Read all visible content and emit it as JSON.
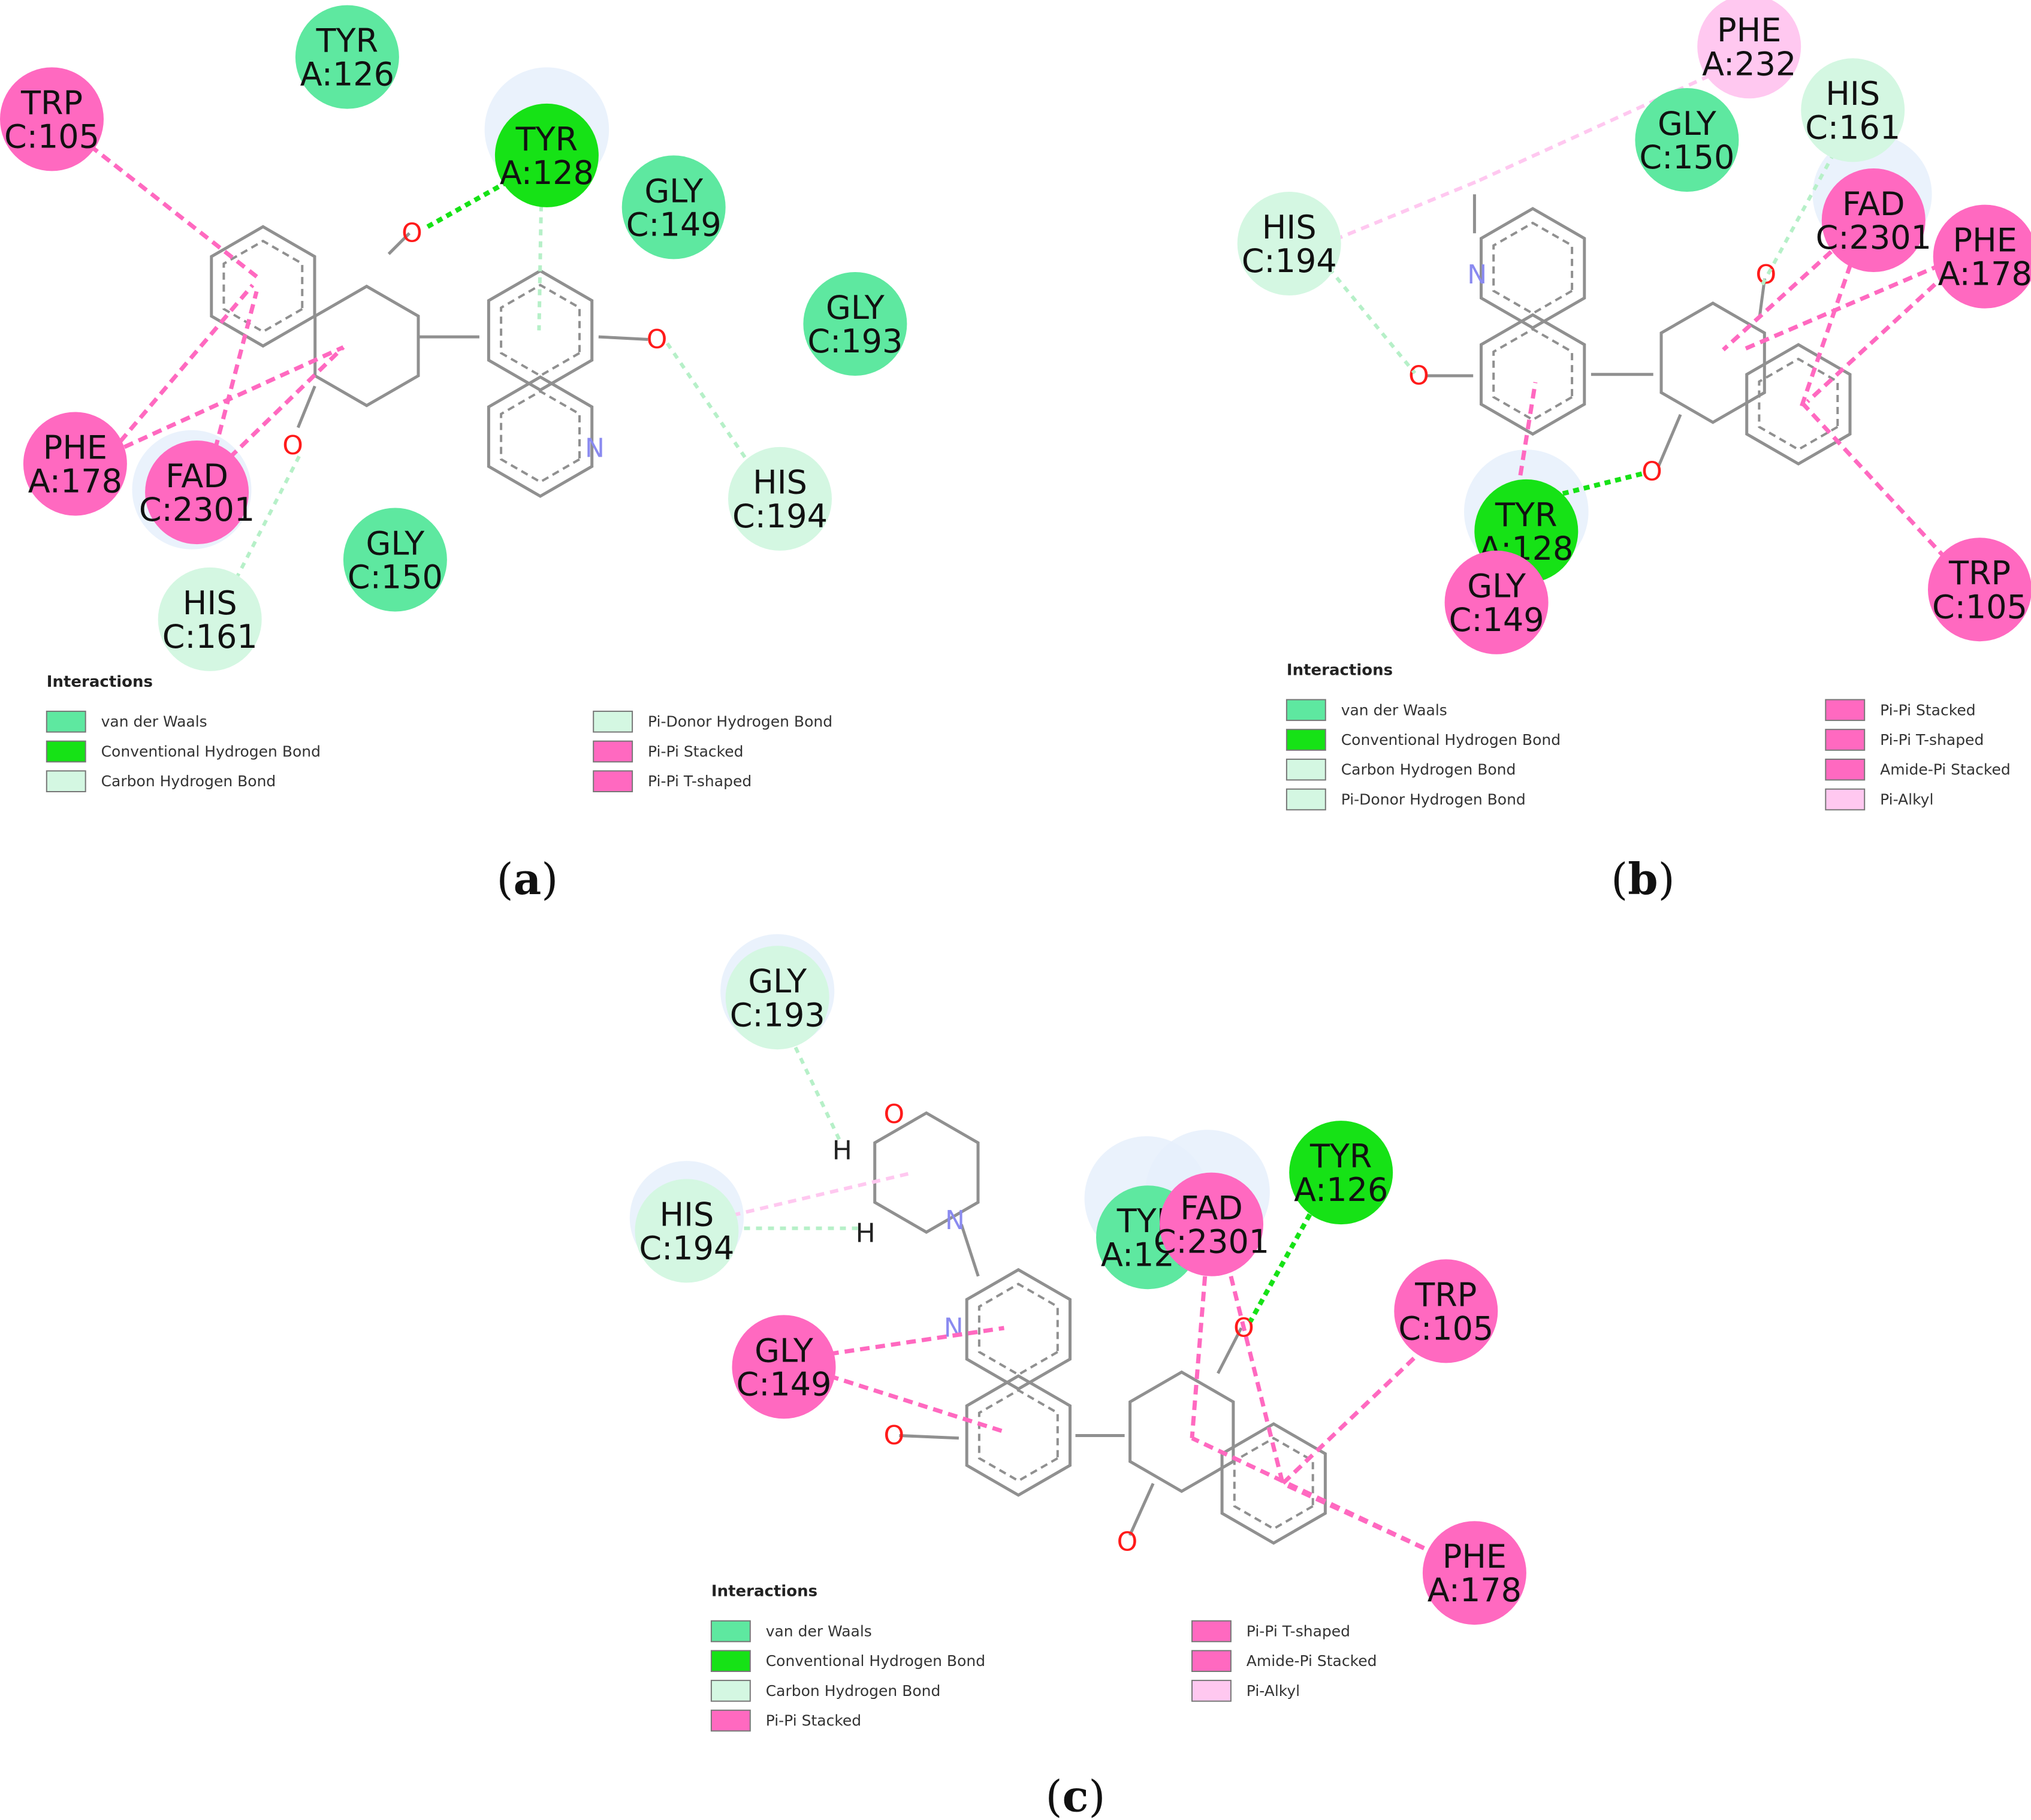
{
  "colors": {
    "vdw": "#5ee8a0",
    "conventional_hbond": "#16e216",
    "carbon_hbond": "#d4f7e2",
    "pi_donor_hbond": "#d4f7e2",
    "pi_pi_stacked": "#ff69c0",
    "pi_pi_tshaped": "#ff69c0",
    "amide_pi_stacked": "#ff69c0",
    "pi_alkyl": "#ffc8f0",
    "bond_line": "#909090",
    "oxygen": "#ff1a1a",
    "nitrogen": "#8a8af0"
  },
  "panels": [
    {
      "label_open": "(",
      "label_letter": "a",
      "label_close": ")",
      "residues": [
        {
          "name": "TYR",
          "id": "A:126",
          "type": "vdw"
        },
        {
          "name": "TRP",
          "id": "C:105",
          "type": "pi_pi_stacked"
        },
        {
          "name": "TYR",
          "id": "A:128",
          "type": "conventional_hbond"
        },
        {
          "name": "GLY",
          "id": "C:149",
          "type": "vdw"
        },
        {
          "name": "GLY",
          "id": "C:193",
          "type": "vdw"
        },
        {
          "name": "PHE",
          "id": "A:178",
          "type": "pi_pi_stacked"
        },
        {
          "name": "FAD",
          "id": "C:2301",
          "type": "pi_pi_stacked"
        },
        {
          "name": "HIS",
          "id": "C:194",
          "type": "carbon_hbond"
        },
        {
          "name": "GLY",
          "id": "C:150",
          "type": "vdw"
        },
        {
          "name": "HIS",
          "id": "C:161",
          "type": "carbon_hbond"
        }
      ],
      "atoms": [
        "O",
        "O",
        "O",
        "N"
      ],
      "legend": {
        "title": "Interactions",
        "items": [
          {
            "label": "van der Waals",
            "color": "vdw"
          },
          {
            "label": "Conventional Hydrogen Bond",
            "color": "conventional_hbond"
          },
          {
            "label": "Carbon Hydrogen Bond",
            "color": "carbon_hbond"
          },
          {
            "label": "Pi-Donor Hydrogen Bond",
            "color": "pi_donor_hbond"
          },
          {
            "label": "Pi-Pi Stacked",
            "color": "pi_pi_stacked"
          },
          {
            "label": "Pi-Pi T-shaped",
            "color": "pi_pi_tshaped"
          }
        ]
      }
    },
    {
      "label_open": "(",
      "label_letter": "b",
      "label_close": ")",
      "residues": [
        {
          "name": "PHE",
          "id": "A:232",
          "type": "pi_alkyl"
        },
        {
          "name": "GLY",
          "id": "C:150",
          "type": "vdw"
        },
        {
          "name": "HIS",
          "id": "C:161",
          "type": "carbon_hbond"
        },
        {
          "name": "HIS",
          "id": "C:194",
          "type": "carbon_hbond"
        },
        {
          "name": "FAD",
          "id": "C:2301",
          "type": "pi_pi_stacked"
        },
        {
          "name": "PHE",
          "id": "A:178",
          "type": "pi_pi_stacked"
        },
        {
          "name": "TYR",
          "id": "A:128",
          "type": "conventional_hbond"
        },
        {
          "name": "GLY",
          "id": "C:149",
          "type": "pi_pi_stacked"
        },
        {
          "name": "TRP",
          "id": "C:105",
          "type": "pi_pi_stacked"
        }
      ],
      "atoms": [
        "N",
        "O",
        "O",
        "O"
      ],
      "legend": {
        "title": "Interactions",
        "items": [
          {
            "label": "van der Waals",
            "color": "vdw"
          },
          {
            "label": "Conventional Hydrogen Bond",
            "color": "conventional_hbond"
          },
          {
            "label": "Carbon Hydrogen Bond",
            "color": "carbon_hbond"
          },
          {
            "label": "Pi-Donor Hydrogen Bond",
            "color": "pi_donor_hbond"
          },
          {
            "label": "Pi-Pi Stacked",
            "color": "pi_pi_stacked"
          },
          {
            "label": "Pi-Pi T-shaped",
            "color": "pi_pi_tshaped"
          },
          {
            "label": "Amide-Pi Stacked",
            "color": "amide_pi_stacked"
          },
          {
            "label": "Pi-Alkyl",
            "color": "pi_alkyl"
          }
        ]
      }
    },
    {
      "label_open": "(",
      "label_letter": "c",
      "label_close": ")",
      "residues": [
        {
          "name": "GLY",
          "id": "C:193",
          "type": "carbon_hbond"
        },
        {
          "name": "HIS",
          "id": "C:194",
          "type": "carbon_hbond"
        },
        {
          "name": "TYR",
          "id": "A:128",
          "type": "vdw"
        },
        {
          "name": "FAD",
          "id": "C:2301",
          "type": "pi_pi_stacked"
        },
        {
          "name": "TYR",
          "id": "A:126",
          "type": "conventional_hbond"
        },
        {
          "name": "TRP",
          "id": "C:105",
          "type": "pi_pi_stacked"
        },
        {
          "name": "GLY",
          "id": "C:149",
          "type": "pi_pi_stacked"
        },
        {
          "name": "PHE",
          "id": "A:178",
          "type": "pi_pi_stacked"
        }
      ],
      "atoms": [
        "O",
        "H",
        "H",
        "N",
        "N",
        "O",
        "O",
        "O"
      ],
      "legend": {
        "title": "Interactions",
        "items": [
          {
            "label": "van der Waals",
            "color": "vdw"
          },
          {
            "label": "Conventional Hydrogen Bond",
            "color": "conventional_hbond"
          },
          {
            "label": "Carbon Hydrogen Bond",
            "color": "carbon_hbond"
          },
          {
            "label": "Pi-Pi Stacked",
            "color": "pi_pi_stacked"
          },
          {
            "label": "Pi-Pi T-shaped",
            "color": "pi_pi_tshaped"
          },
          {
            "label": "Amide-Pi Stacked",
            "color": "amide_pi_stacked"
          },
          {
            "label": "Pi-Alkyl",
            "color": "pi_alkyl"
          }
        ]
      }
    }
  ]
}
